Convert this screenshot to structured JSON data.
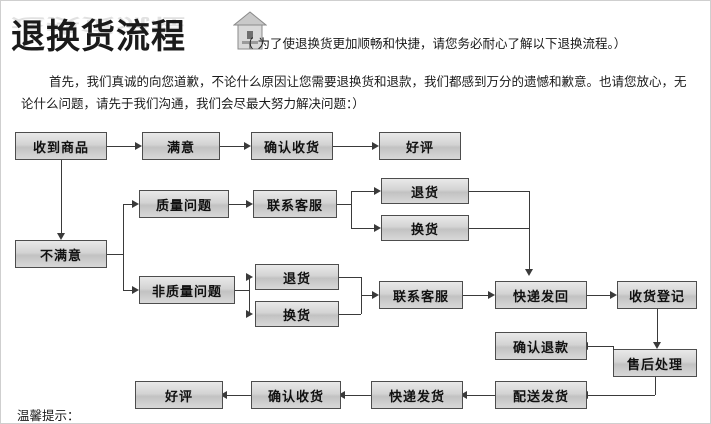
{
  "header": {
    "title": "退换货流程",
    "icon": "house-icon",
    "note": "（ 为了使退换货更加顺畅和快捷，请您务必耐心了解以下退换流程。）"
  },
  "intro": {
    "line1": "首先，我们真诚的向您道歉，不论什么原因让您需要退换货和退款，我们都感到万分的遗憾和歉意。也请您放心，无",
    "line2": "论什么问题，请先于我们沟通，我们会尽最大努力解决问题：）"
  },
  "nodes": {
    "received": "收到商品",
    "satisfied": "满意",
    "confirm_receipt_top": "确认收货",
    "good_review_top": "好评",
    "unsatisfied": "不满意",
    "quality_issue": "质量问题",
    "contact_service_1": "联系客服",
    "return_goods_1": "退货",
    "exchange_goods_1": "换货",
    "non_quality_issue": "非质量问题",
    "return_goods_2": "退货",
    "exchange_goods_2": "换货",
    "contact_service_2": "联系客服",
    "express_send_back": "快递发回",
    "receipt_register": "收货登记",
    "confirm_refund": "确认退款",
    "after_sale_process": "售后处理",
    "arrange_shipment": "配送发货",
    "express_ship_out": "快递发货",
    "confirm_receipt_bottom": "确认收货",
    "good_review_bottom": "好评"
  },
  "footer": {
    "tip": "温馨提示："
  },
  "colors": {
    "box_border": "#4d4d4d",
    "box_fill_light": "#e9e9e9",
    "box_fill_dark": "#c2c2c2",
    "line": "#3a3a3a",
    "title_text": "#1a1a1a",
    "title_reflection": "#c9c9c9",
    "background": "#ffffff"
  }
}
